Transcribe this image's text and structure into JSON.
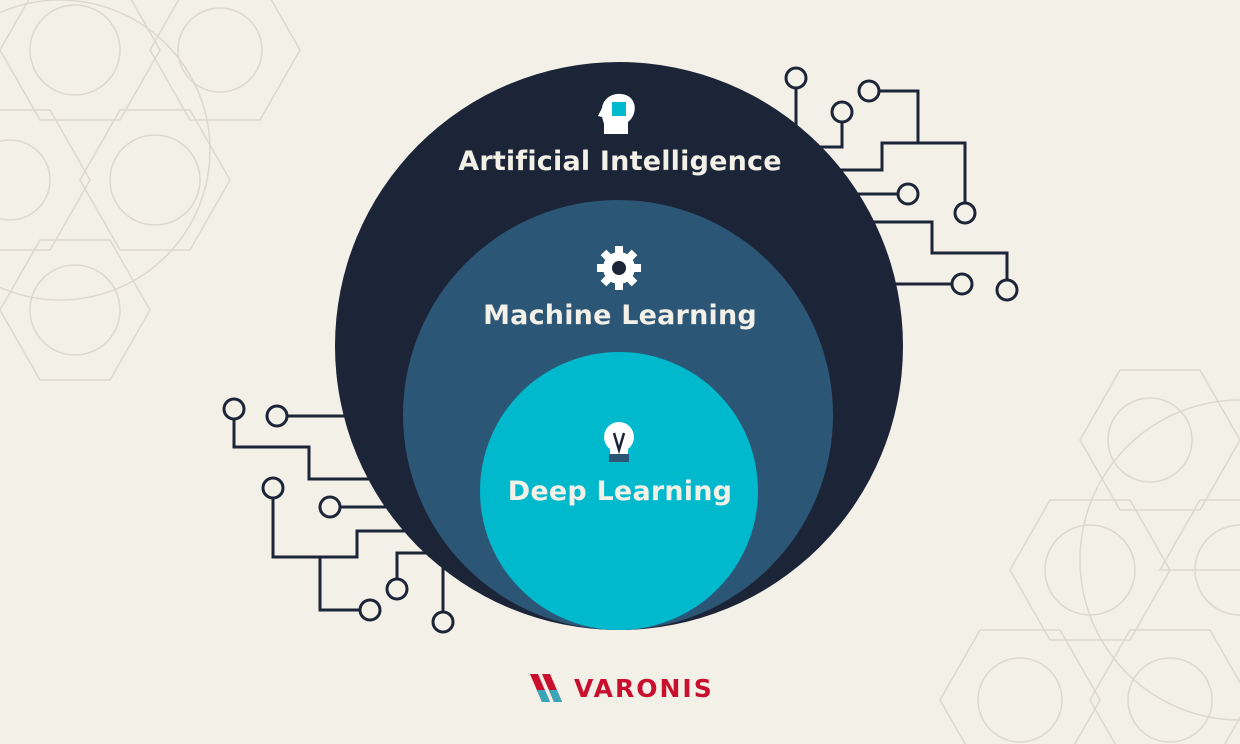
{
  "diagram": {
    "outer": {
      "label": "Artificial Intelligence",
      "icon": "head-chip-icon",
      "color": "#1c2438"
    },
    "middle": {
      "label": "Machine Learning",
      "icon": "gear-icon",
      "color": "#2c5675"
    },
    "inner": {
      "label": "Deep Learning",
      "icon": "lightbulb-icon",
      "color": "#00b9cc"
    }
  },
  "colors": {
    "background": "#f3f0e8",
    "trace": "#1c2438",
    "brand": "#c8102e",
    "accent": "#00b9cc"
  },
  "logo": {
    "text": "VARONIS"
  }
}
